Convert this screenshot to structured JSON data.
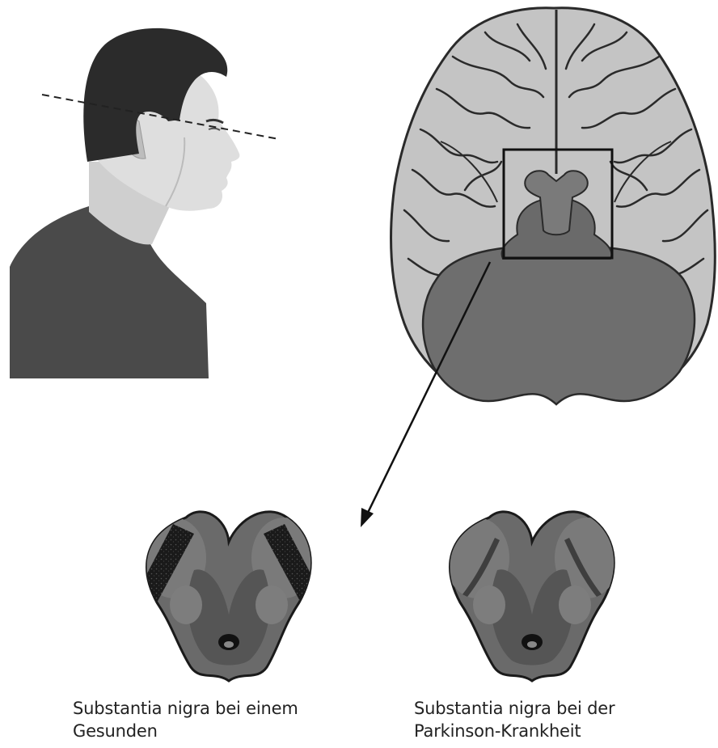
{
  "captions": {
    "healthy_line1": "Substantia nigra bei einem",
    "healthy_line2": "Gesunden",
    "parkinson_line1": "Substantia nigra bei der",
    "parkinson_line2": "Parkinson-Krankheit"
  },
  "colors": {
    "skin": "#dcdcdc",
    "hair": "#2b2b2b",
    "shirt": "#4a4a4a",
    "brain": "#c4c4c4",
    "brain_folds": "#2a2a2a",
    "midbrain": "#6a6a6a",
    "cerebellum": "#6e6e6e",
    "section": "#5e5e5e",
    "nigra_healthy": "#1a1a1a",
    "nigra_parkinson": "#3e3e3e"
  },
  "icons": {
    "head": "human-head-profile",
    "brain": "brain-inferior-view",
    "section": "midbrain-cross-section"
  }
}
